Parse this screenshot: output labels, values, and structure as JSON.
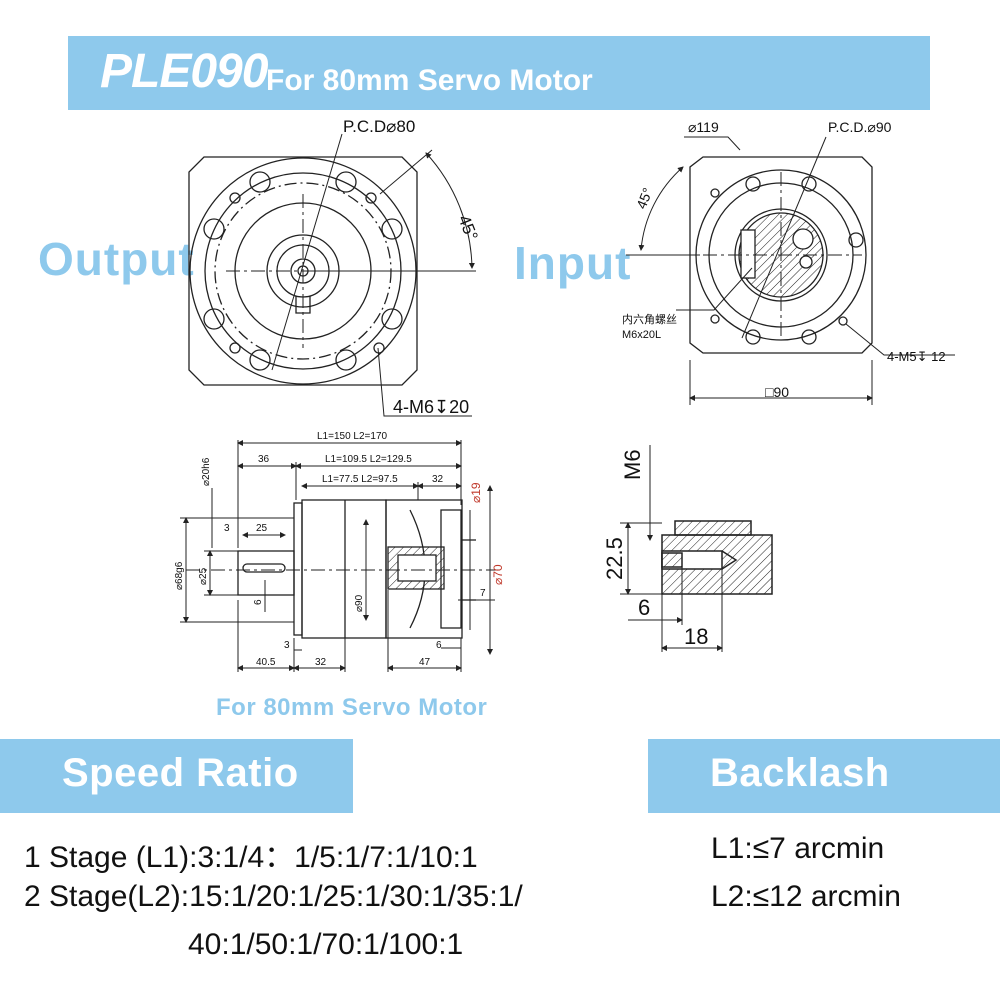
{
  "header": {
    "model": "PLE090",
    "subtitle": "For 80mm Servo Motor"
  },
  "views": {
    "output": {
      "label": "Output",
      "pcd": "P.C.D⌀80",
      "angle": "45°",
      "holes": "4-M6↧20"
    },
    "input": {
      "label": "Input",
      "dia": "⌀119",
      "pcd": "P.C.D.⌀90",
      "angle": "45°",
      "screw_cn": "内六角螺丝",
      "screw": "M6x20L",
      "holes": "4-M5↧ 12",
      "square": "□90"
    },
    "side": {
      "l_total": "L1=150   L2=170",
      "l_mid": "L1=109.5   L2=129.5",
      "l_inner": "L1=77.5   L2=97.5",
      "d36": "36",
      "d32top": "32",
      "d3a": "3",
      "d25": "25",
      "d_shaft": "⌀20h6",
      "d_flange": "⌀68g6",
      "d_key": "⌀25",
      "d6": "6",
      "d90": "⌀90",
      "d19": "⌀19",
      "d70": "⌀70",
      "d7": "7",
      "d6b": "6",
      "d3b": "3",
      "d40_5": "40.5",
      "d32bot": "32",
      "d47": "47"
    },
    "detail": {
      "thread": "M6",
      "depth": "22.5",
      "d6": "6",
      "d18": "18"
    },
    "caption": "For 80mm Servo Motor"
  },
  "speed_ratio": {
    "title": "Speed Ratio",
    "line1": "1 Stage (L1):3:1/4：1/5:1/7:1/10:1",
    "line2": "2 Stage(L2):15:1/20:1/25:1/30:1/35:1/",
    "line3": "40:1/50:1/70:1/100:1"
  },
  "backlash": {
    "title": "Backlash",
    "l1": "L1:≤7 arcmin",
    "l2": "L2:≤12 arcmin"
  },
  "colors": {
    "accent": "#8ec9ec",
    "dim_red": "#c0392b"
  }
}
